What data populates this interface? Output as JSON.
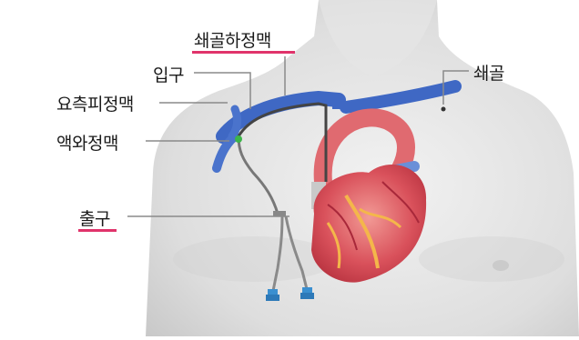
{
  "labels": {
    "subclavian_vein": "쇄골하정맥",
    "entry": "입구",
    "collarbone": "쇄골",
    "cephalic_vein": "요측피정맥",
    "axillary_vein": "액와정맥",
    "exit": "출구"
  },
  "colors": {
    "highlight_underline": "#e0336b",
    "vein": "#3f68c4",
    "heart": "#d9515b",
    "skin": "#dcdcdc",
    "catheter": "#5a5a5a",
    "port_cap": "#3a8fd0",
    "leader_line": "#8a8a8a"
  }
}
